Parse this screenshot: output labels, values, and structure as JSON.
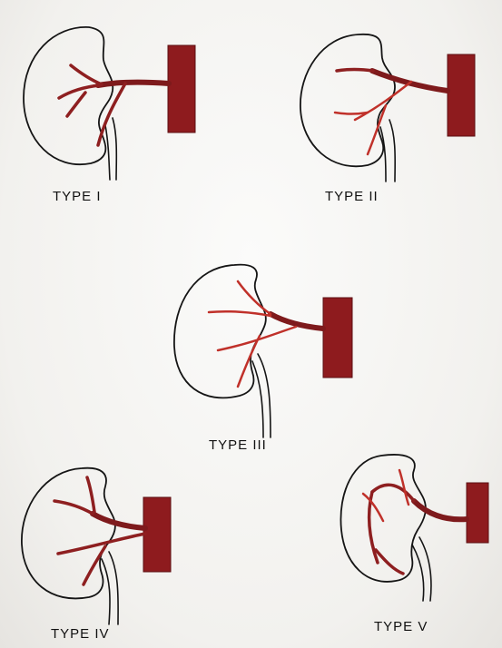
{
  "figures": [
    {
      "id": "type-1",
      "label": "TYPE I"
    },
    {
      "id": "type-2",
      "label": "TYPE II"
    },
    {
      "id": "type-3",
      "label": "TYPE III"
    },
    {
      "id": "type-4",
      "label": "TYPE IV"
    },
    {
      "id": "type-5",
      "label": "TYPE V"
    }
  ],
  "colors": {
    "aorta": "#8e1b1e",
    "artery_dark": "#7e1a1c",
    "artery_red": "#c0312a",
    "outline": "#151515",
    "paper": "#f4f3f1"
  }
}
